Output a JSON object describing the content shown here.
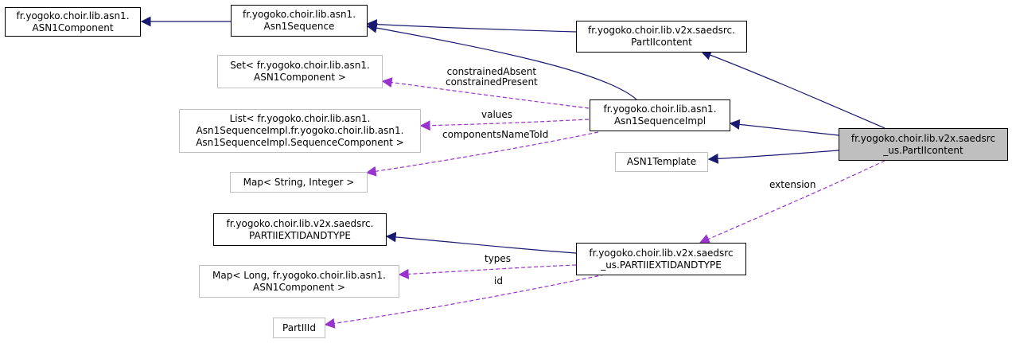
{
  "nodes": {
    "asn1component": [
      "fr.yogoko.choir.lib.asn1.",
      "ASN1Component"
    ],
    "asn1sequence": [
      "fr.yogoko.choir.lib.asn1.",
      "Asn1Sequence"
    ],
    "partiicontent": [
      "fr.yogoko.choir.lib.v2x.saedsrc.",
      "PartIIcontent"
    ],
    "set_component": [
      "Set< fr.yogoko.choir.lib.asn1.",
      "ASN1Component >"
    ],
    "list_component": [
      "List< fr.yogoko.choir.lib.asn1.",
      "Asn1SequenceImpl.fr.yogoko.choir.lib.asn1.",
      "Asn1SequenceImpl.SequenceComponent >"
    ],
    "asn1sequenceimpl": [
      "fr.yogoko.choir.lib.asn1.",
      "Asn1SequenceImpl"
    ],
    "us_partiicontent": [
      "fr.yogoko.choir.lib.v2x.saedsrc",
      "_us.PartIIcontent"
    ],
    "asn1template": [
      "ASN1Template"
    ],
    "map_string_integer": [
      "Map< String, Integer >"
    ],
    "partiiextidandtype": [
      "fr.yogoko.choir.lib.v2x.saedsrc.",
      "PARTIIEXTIDANDTYPE"
    ],
    "us_partiiextidandtype": [
      "fr.yogoko.choir.lib.v2x.saedsrc",
      "_us.PARTIIEXTIDANDTYPE"
    ],
    "map_long_component": [
      "Map< Long, fr.yogoko.choir.lib.asn1.",
      "ASN1Component >"
    ],
    "partiiid": [
      "PartIIId"
    ]
  },
  "edge_labels": {
    "constrained": [
      "constrainedAbsent",
      "constrainedPresent"
    ],
    "values": [
      "values"
    ],
    "components_name_to_id": [
      "componentsNameToId"
    ],
    "extension": [
      "extension"
    ],
    "types": [
      "types"
    ],
    "id": [
      "id"
    ]
  },
  "colors": {
    "inheritance": "#191970",
    "usage": "#9a32cd",
    "focus_fill": "#bfbfbf",
    "external_border": "#bfbfbf"
  }
}
